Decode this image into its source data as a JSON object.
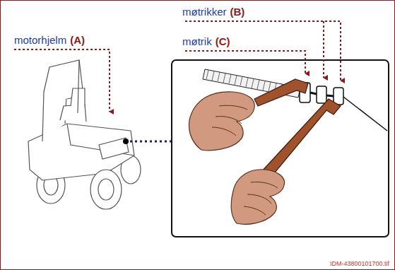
{
  "diagram": {
    "labels": [
      "motorhjelm",
      "(A)",
      "møtrikker",
      "(B)",
      "møtrik",
      "(C)",
      "IDM-43800101700.tif"
    ]
  }
}
